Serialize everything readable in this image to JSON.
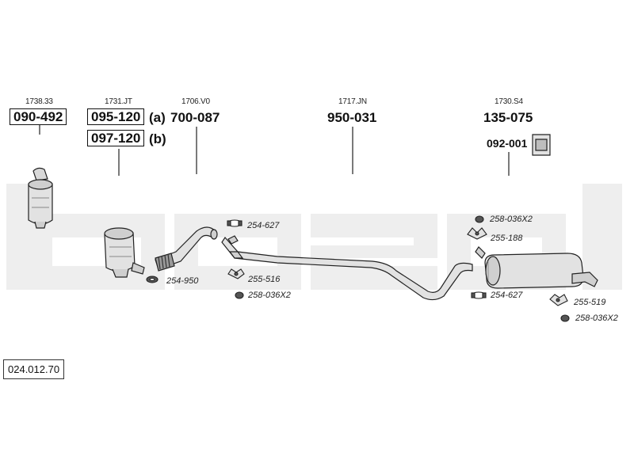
{
  "catalog_number": "024.012.70",
  "watermark_text": "bosal",
  "colors": {
    "watermark": "#eeeeee",
    "stroke": "#222222",
    "part_fill": "#e2e2e2",
    "part_shade": "#bdbdbd",
    "gasket_fill": "#555555"
  },
  "groups": [
    {
      "ref": "1738.33",
      "parts": [
        {
          "number": "090-492",
          "boxed": true
        }
      ]
    },
    {
      "ref": "1731.JT",
      "parts": [
        {
          "number": "095-120",
          "boxed": true,
          "suffix": "(a)"
        },
        {
          "number": "097-120",
          "boxed": true,
          "suffix": "(b)"
        }
      ]
    },
    {
      "ref": "1706.V0",
      "parts": [
        {
          "number": "700-087",
          "boxed": false
        }
      ]
    },
    {
      "ref": "1717.JN",
      "parts": [
        {
          "number": "950-031",
          "boxed": false
        }
      ]
    },
    {
      "ref": "1730.S4",
      "parts": [
        {
          "number": "135-075",
          "boxed": false
        },
        {
          "number": "092-001",
          "boxed": false,
          "icon": "bracket-icon"
        }
      ]
    }
  ],
  "small_parts": [
    {
      "number": "254-627",
      "icon": "clamp-icon"
    },
    {
      "number": "254-950",
      "icon": "gasket-ring-icon"
    },
    {
      "number": "255-516",
      "icon": "hanger-icon"
    },
    {
      "number": "258-036X2",
      "icon": "rubber-mount-icon"
    },
    {
      "number": "258-036X2",
      "icon": "rubber-mount-icon"
    },
    {
      "number": "255-188",
      "icon": "hanger-icon"
    },
    {
      "number": "254-627",
      "icon": "clamp-icon"
    },
    {
      "number": "255-519",
      "icon": "hanger-icon"
    },
    {
      "number": "258-036X2",
      "icon": "rubber-mount-icon"
    }
  ]
}
